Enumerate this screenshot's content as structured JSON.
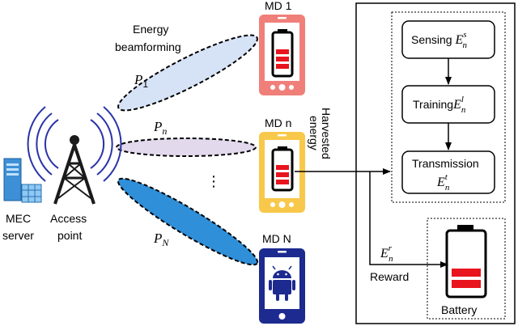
{
  "labels": {
    "energy_beamforming_1": "Energy",
    "energy_beamforming_2": "beamforming",
    "p1": "P",
    "p1_sub": "1",
    "pn": "P",
    "pn_sub": "n",
    "pN": "P",
    "pN_sub": "N",
    "dots": "⋮",
    "mec_1": "MEC",
    "mec_2": "server",
    "ap_1": "Access",
    "ap_2": "point",
    "md1": "MD 1",
    "mdn": "MD n",
    "mdN": "MD N",
    "harvested_1": "Harvested",
    "harvested_2": "energy",
    "sensing": "Sensing ",
    "training": "Training",
    "transmission": "Transmission",
    "E": "E",
    "sub_n": "n",
    "sup_s": "s",
    "sup_l": "l",
    "sup_t": "t",
    "sup_r": "r",
    "reward": "Reward",
    "battery": "Battery"
  },
  "colors": {
    "beam1": "#d6e3f7",
    "beamn": "#e2d9ec",
    "beamN": "#2f8fd8",
    "phone1": "#f07f7a",
    "phonen": "#f8c84a",
    "phoneN": "#1d2a8f",
    "battery_fill": "#e8141e",
    "tower": "#1a1a1a",
    "signal": "#2933a8",
    "server": "#3d8fd6"
  },
  "icons": [
    "server-icon",
    "tower-icon",
    "phone-icon",
    "android-icon",
    "battery-icon"
  ]
}
